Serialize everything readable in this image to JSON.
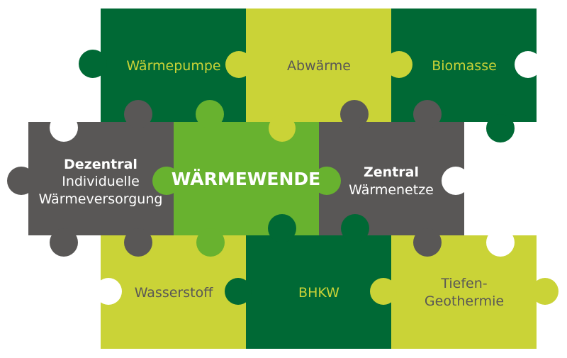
{
  "colors": {
    "dark_green": "#006935",
    "lime": "#cad337",
    "gray": "#595756",
    "mid_green": "#68b22f",
    "white": "#ffffff"
  },
  "pieces": {
    "waermepumpe": "Wärmepumpe",
    "abwaerme": "Abwärme",
    "biomasse": "Biomasse",
    "dezentral": {
      "title": "Dezentral",
      "line1": "Individuelle",
      "line2": "Wärmeversorgung"
    },
    "center": "WÄRMEWENDE",
    "zentral": {
      "title": "Zentral",
      "line1": "Wärmenetze"
    },
    "wasserstoff": "Wasserstoff",
    "bhkw": "BHKW",
    "tiefen": {
      "line1": "Tiefen-",
      "line2": "Geothermie"
    }
  }
}
